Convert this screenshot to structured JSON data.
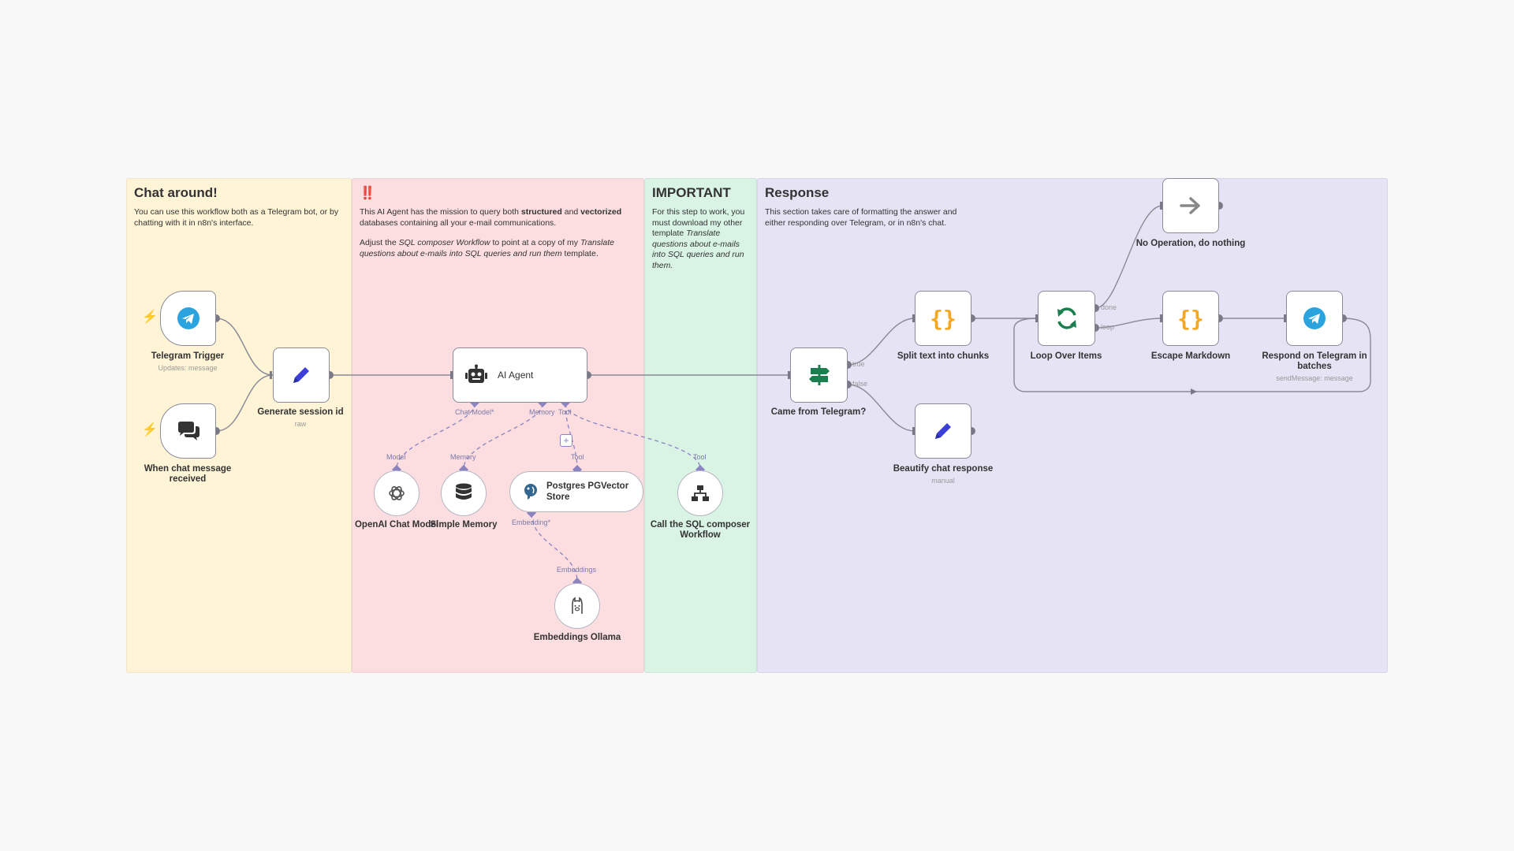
{
  "notes": {
    "chat_around": {
      "title": "Chat around!",
      "text": "You can use this workflow both as a Telegram bot, or by chatting with it in n8n's interface."
    },
    "agent": {
      "title": "‼️",
      "line1_a": "This AI Agent has the mission to query both ",
      "line1_b": "structured",
      "line1_c": " and ",
      "line1_d": "vectorized",
      "line1_e": " databases containing all your e-mail communications.",
      "line2_a": "Adjust the ",
      "line2_b": "SQL composer Workflow",
      "line2_c": " to point at a copy of my ",
      "line2_d": "Translate questions about e-mails into SQL queries and run them",
      "line2_e": " template."
    },
    "important": {
      "title": "IMPORTANT",
      "text_a": "For this step to work, you must download my other template ",
      "text_b": "Translate questions about e-mails into SQL queries and run them."
    },
    "response": {
      "title": "Response",
      "text": "This section takes care of formatting the answer and either responding over Telegram, or in n8n's chat."
    }
  },
  "nodes": {
    "telegram_trigger": {
      "name": "Telegram Trigger",
      "sub": "Updates: message",
      "icon": "telegram-icon"
    },
    "chat_trigger": {
      "name": "When chat message received",
      "icon": "chat-bubbles-icon"
    },
    "generate_session": {
      "name": "Generate session id",
      "sub": "raw",
      "icon": "pencil-icon"
    },
    "ai_agent": {
      "name": "AI Agent",
      "icon": "robot-icon"
    },
    "openai_model": {
      "name": "OpenAI Chat Model",
      "icon": "openai-icon"
    },
    "simple_memory": {
      "name": "Simple Memory",
      "icon": "database-icon"
    },
    "pgvector": {
      "name": "Postgres PGVector Store",
      "icon": "postgres-icon"
    },
    "embeddings": {
      "name": "Embeddings Ollama",
      "icon": "ollama-icon"
    },
    "sql_workflow": {
      "name": "Call the SQL composer Workflow",
      "icon": "workflow-icon"
    },
    "came_from_telegram": {
      "name": "Came from Telegram?",
      "icon": "signpost-icon"
    },
    "split_text": {
      "name": "Split text into chunks",
      "icon": "code-braces-icon"
    },
    "beautify": {
      "name": "Beautify chat response",
      "sub": "manual",
      "icon": "pencil-icon"
    },
    "loop_items": {
      "name": "Loop Over Items",
      "icon": "loop-icon"
    },
    "no_op": {
      "name": "No Operation, do nothing",
      "icon": "arrow-right-icon"
    },
    "escape_md": {
      "name": "Escape Markdown",
      "icon": "code-braces-icon"
    },
    "respond_tg": {
      "name": "Respond on Telegram in batches",
      "sub": "sendMessage: message",
      "icon": "telegram-icon"
    }
  },
  "ports": {
    "chat_model": "Chat Model*",
    "memory": "Memory",
    "tool": "Tool",
    "model": "Model",
    "memory2": "Memory",
    "tool2": "Tool",
    "tool3": "Tool",
    "embedding": "Embedding*",
    "embeddings": "Embeddings",
    "true": "true",
    "false": "false",
    "done": "done",
    "loop": "loop"
  },
  "colors": {
    "yellow_note": "#fff4d6",
    "red_note": "#fcdde0",
    "green_note": "#d9f3e4",
    "purple_note": "#e6e3f5",
    "telegram": "#2aa3df",
    "edit_blue": "#3b3fd8",
    "if_green": "#1a7f4e",
    "code_orange": "#f5a623",
    "trigger_bolt": "#ff6d5a"
  }
}
